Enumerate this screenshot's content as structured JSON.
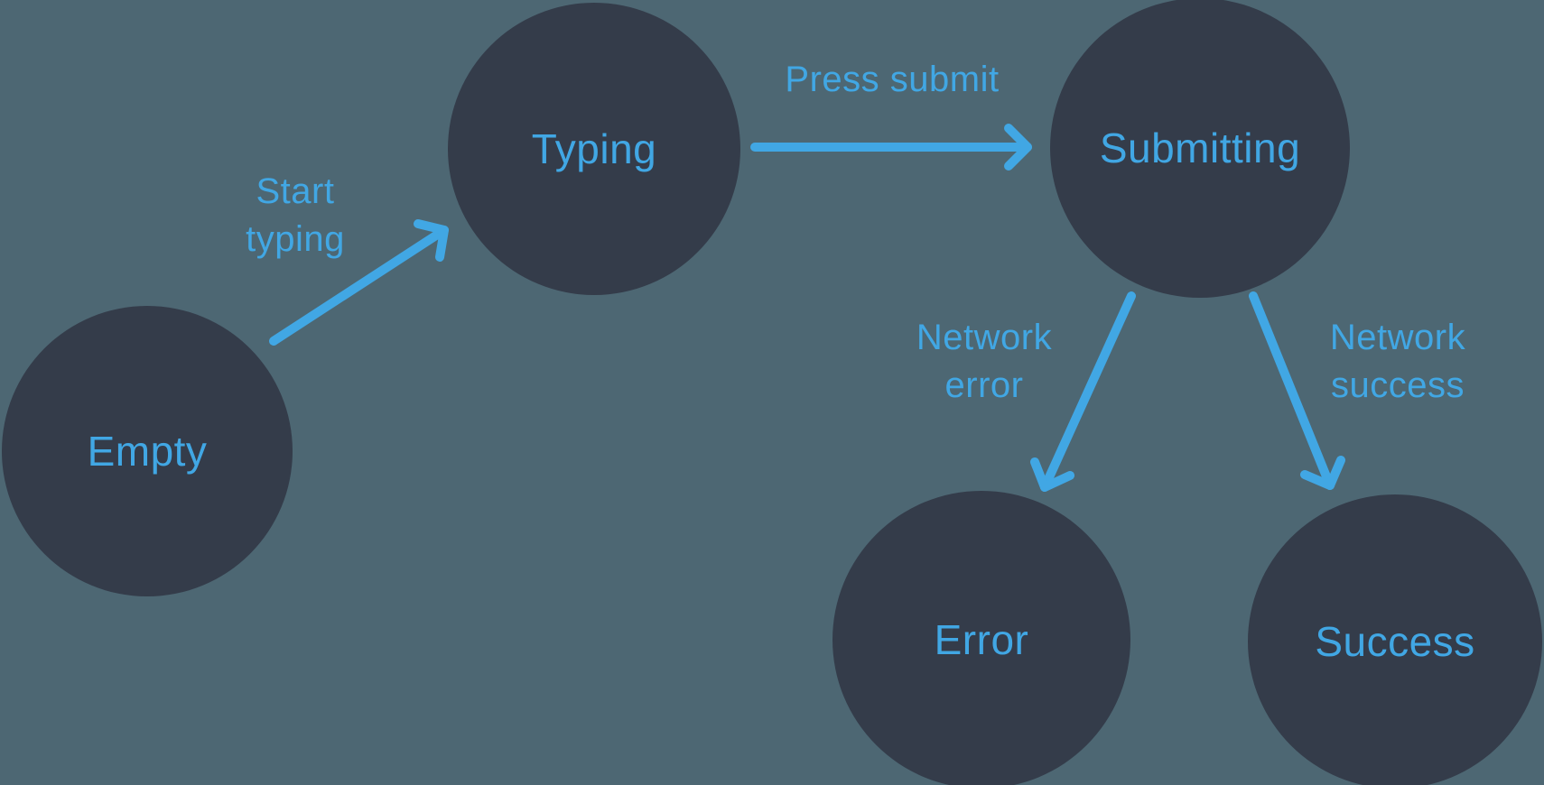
{
  "colors": {
    "background": "#4d6773",
    "node_fill": "#343c4a",
    "accent_blue": "#41a7e4"
  },
  "diagram": {
    "type": "state-machine",
    "nodes": [
      {
        "id": "empty",
        "label": "Empty"
      },
      {
        "id": "typing",
        "label": "Typing"
      },
      {
        "id": "submitting",
        "label": "Submitting"
      },
      {
        "id": "error",
        "label": "Error"
      },
      {
        "id": "success",
        "label": "Success"
      }
    ],
    "edges": [
      {
        "from": "empty",
        "to": "typing",
        "label": "Start typing"
      },
      {
        "from": "typing",
        "to": "submitting",
        "label": "Press submit"
      },
      {
        "from": "submitting",
        "to": "error",
        "label": "Network error"
      },
      {
        "from": "submitting",
        "to": "success",
        "label": "Network success"
      }
    ]
  }
}
